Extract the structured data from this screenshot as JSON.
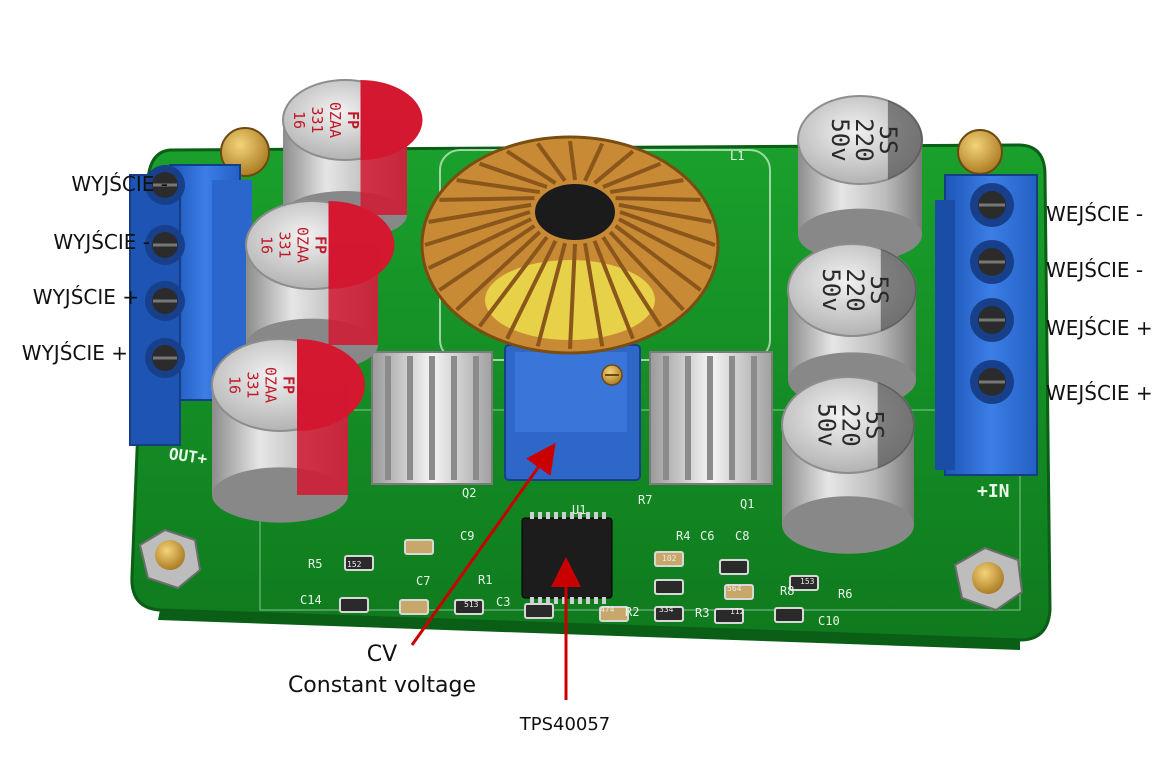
{
  "labels": {
    "output_terminals": [
      "WYJŚCIE -",
      "WYJŚCIE -",
      "WYJŚCIE +",
      "WYJŚCIE +"
    ],
    "input_terminals": [
      "WEJŚCIE -",
      "WEJŚCIE -",
      "WEJŚCIE +",
      "WEJŚCIE +"
    ]
  },
  "annotations": {
    "cv": "CV",
    "cv_desc": "Constant voltage",
    "chip": "TPS40057"
  },
  "board_marks": {
    "out": "OUT+",
    "in": "+IN",
    "inductor": "L1",
    "chip_ref": "U1",
    "refs": [
      "C9",
      "R5",
      "C14",
      "C7",
      "R1",
      "C3",
      "R2",
      "C6",
      "R4",
      "C8",
      "R3",
      "R8",
      "R6",
      "C10",
      "Q1",
      "Q2",
      "R7"
    ],
    "resistor_codes": [
      "152",
      "513",
      "474",
      "334",
      "102",
      "564",
      "112",
      "153"
    ]
  },
  "caps_left": {
    "brand": "FP",
    "l1": "0ZAA",
    "l2": "331",
    "l3": "16"
  },
  "caps_right": {
    "l1": "5S",
    "l2": "220",
    "l3": "50v"
  },
  "colors": {
    "pcb": "#1e9b2c",
    "terminal": "#2f6fd6",
    "copper": "#c98a35",
    "cap_red": "#d41830",
    "arrow": "#c80000"
  }
}
